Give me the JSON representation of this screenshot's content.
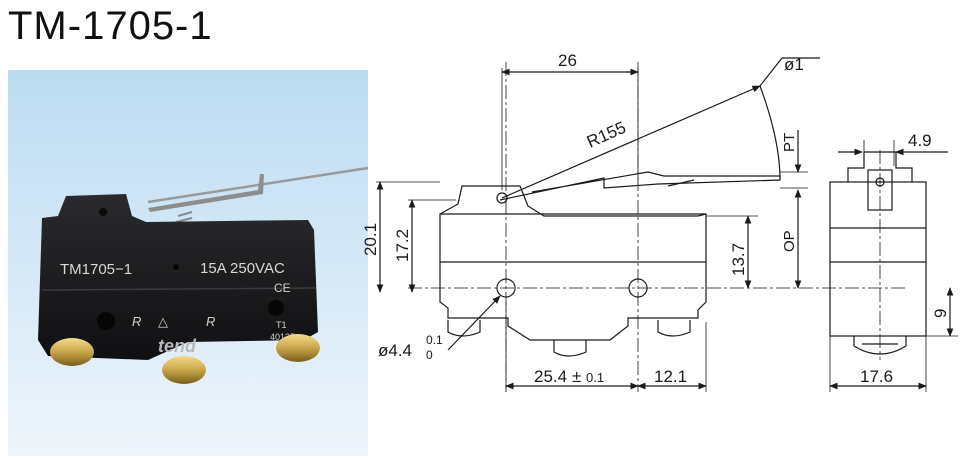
{
  "title": "TM-1705-1",
  "photo": {
    "model_label": "TM1705−1",
    "rating_label": "15A 250VAC",
    "brand": "tend",
    "code_line1": "T1",
    "code_line2": "4013D",
    "ce_mark": "CE",
    "ur_mark": "R",
    "tuv_mark": "△"
  },
  "dimensions": {
    "width_top": "26",
    "pin_dia": "ø1",
    "radius": "R155",
    "pt": "PT",
    "right_top": "4.9",
    "height_total": "20.1",
    "height_body": "17.2",
    "height_mount": "13.7",
    "op": "OP",
    "hole_dia": "ø4.4",
    "hole_tol_upper": "0.1",
    "hole_tol_lower": "0",
    "hole_spacing": "25.4",
    "hole_spacing_tol": "0.1",
    "right_offset": "12.1",
    "side_width": "17.6",
    "side_height": "9"
  },
  "colors": {
    "line": "#1a1a1a",
    "body": "#1c1c1e",
    "sky_top": "#bcdcf3",
    "sky_bottom": "#e9f3fb",
    "brass": "#c9a64a"
  }
}
